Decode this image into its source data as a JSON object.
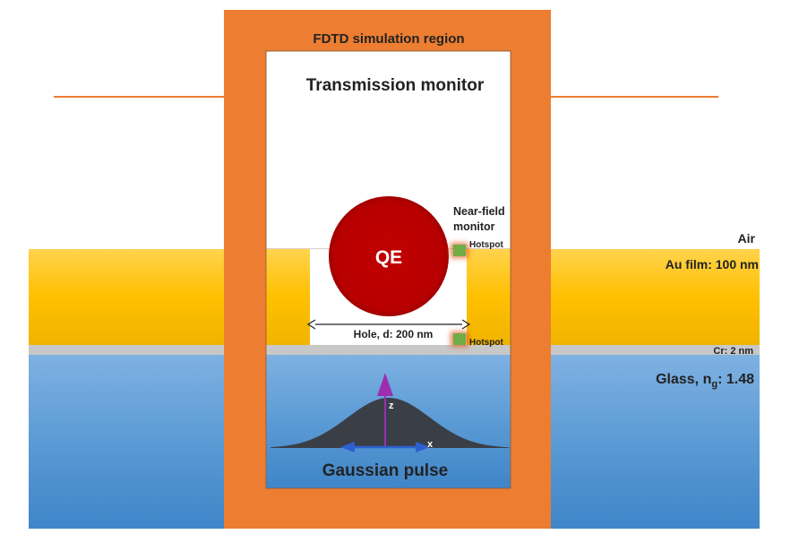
{
  "labels": {
    "fdtd_region": "FDTD simulation region",
    "transmission_monitor": "Transmission monitor",
    "near_field_monitor_line1": "Near-field",
    "near_field_monitor_line2": "monitor",
    "hotspot_top": "Hotspot",
    "hotspot_bottom": "Hotspot",
    "qe": "QE",
    "air": "Air",
    "au_film": "Au film: 100 nm",
    "hole": "Hole, d: 200 nm",
    "cr_layer": "Cr: 2 nm",
    "glass_prefix": "Glass, n",
    "glass_sub": "g",
    "glass_suffix": ": 1.48",
    "z_axis": "z",
    "x_axis": "x",
    "gaussian_pulse": "Gaussian pulse"
  },
  "colors": {
    "fdtd_frame": "#ED7D31",
    "monitor_line": "#ED7D31",
    "au_film": "#FFC000",
    "cr_layer": "#C8C8C8",
    "glass": "#5B9BD5",
    "qe": "#C00000",
    "hotspot": "#70AD47",
    "pulse": "#3A3F47",
    "z_arrow": "#9B2FAE",
    "x_arrow": "#2E5FD0"
  }
}
